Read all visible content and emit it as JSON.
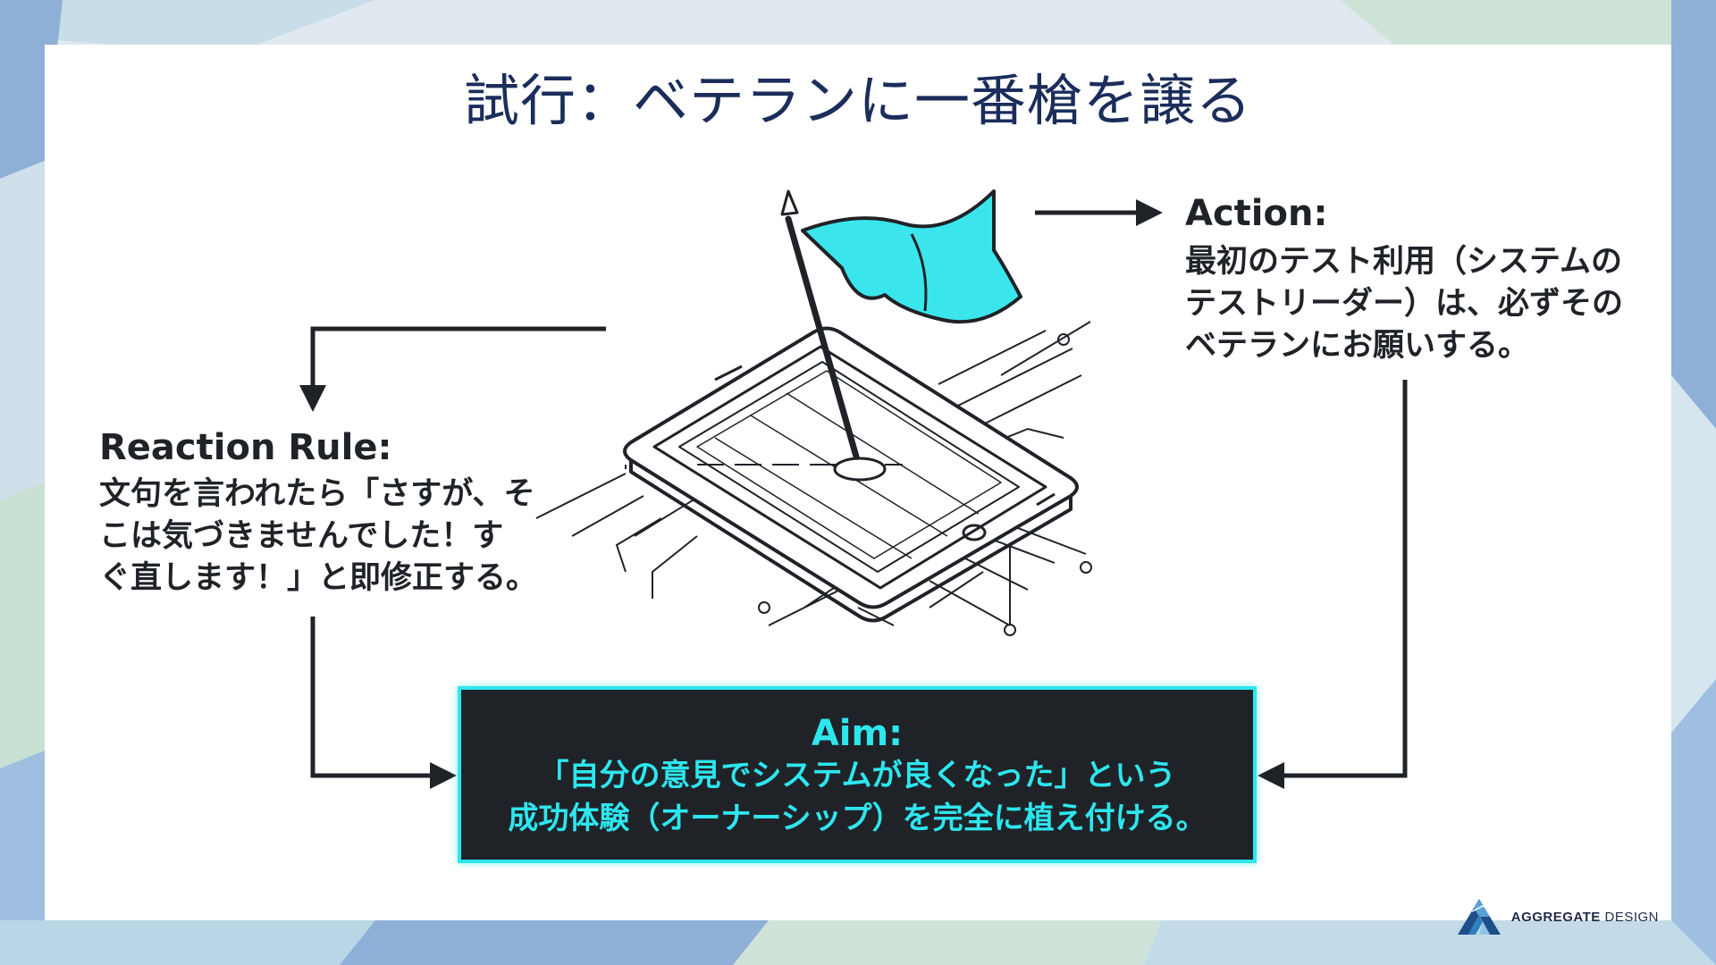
{
  "slide": {
    "title": "試行：ベテランに一番槍を譲る"
  },
  "action": {
    "heading": "Action:",
    "lines": [
      "最初のテスト利用（システムの",
      "テストリーダー）は、必ずその",
      "ベテランにお願いする。"
    ]
  },
  "reaction_rule": {
    "heading": "Reaction Rule:",
    "lines": [
      "文句を言われたら「さすが、そ",
      "こは気づきませんでした！す",
      "ぐ直します！」と即修正する。"
    ]
  },
  "aim": {
    "heading": "Aim:",
    "lines": [
      "「自分の意見でシステムが良くなった」という",
      "成功体験（オーナーシップ）を完全に植え付ける。"
    ]
  },
  "illustration": {
    "subject": "tablet-with-flag-on-circuit-board",
    "flag_color": "#3ae6ec",
    "line_color": "#1f2328"
  },
  "brand": {
    "name_bold": "AGGREGATE",
    "name_regular": "DESIGN",
    "logo_icon": "aggregate-a-logo"
  },
  "colors": {
    "title": "#1b2d5b",
    "text": "#1f2328",
    "accent_cyan": "#2ee6ee",
    "aim_box_bg": "#1f2328"
  }
}
